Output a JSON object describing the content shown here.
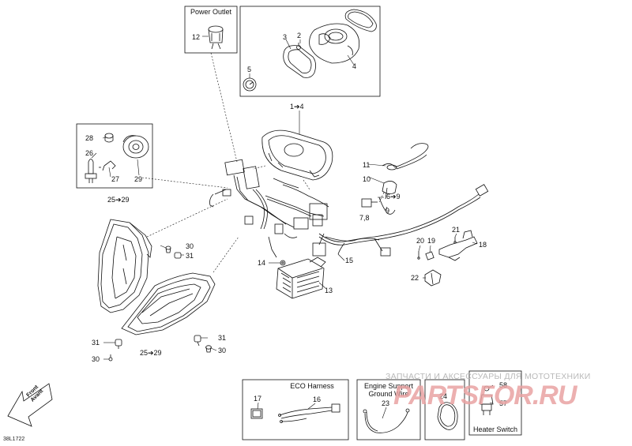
{
  "boxes": {
    "power_outlet": "Power Outlet",
    "eco_harness": "ECO Harness",
    "engine_support_line1": "Engine Support",
    "engine_support_line2": "Ground Wire",
    "heater_switch": "Heater Switch"
  },
  "callouts": {
    "c1to4": "1➔4",
    "c2": "2",
    "c3": "3",
    "c4": "4",
    "c5": "5",
    "c6to9": "6➔9",
    "c7_8": "7,8",
    "c9": "9",
    "c10": "10",
    "c11": "11",
    "c12": "12",
    "c13": "13",
    "c14": "14",
    "c15": "15",
    "c16": "16",
    "c17": "17",
    "c18": "18",
    "c19": "19",
    "c20": "20",
    "c21": "21",
    "c22": "22",
    "c23": "23",
    "c24": "24",
    "c25to29_top": "25➔29",
    "c25to29_bottom": "25➔29",
    "c26": "26",
    "c27": "27",
    "c28": "28",
    "c29": "29",
    "c30_a": "30",
    "c30_b": "30",
    "c30_c": "30",
    "c31_a": "31",
    "c31_b": "31",
    "c31_c": "31",
    "c57": "57",
    "c58": "58"
  },
  "front_arrow": {
    "line1": "Front",
    "line2": "Avant"
  },
  "diagram_code": "38L1722",
  "watermark": {
    "text": "ЗАПЧАСТИ И АКСЕССУАРЫ ДЛЯ МОТОТЕХНИКИ",
    "logo": "PARTSFOR.RU"
  }
}
